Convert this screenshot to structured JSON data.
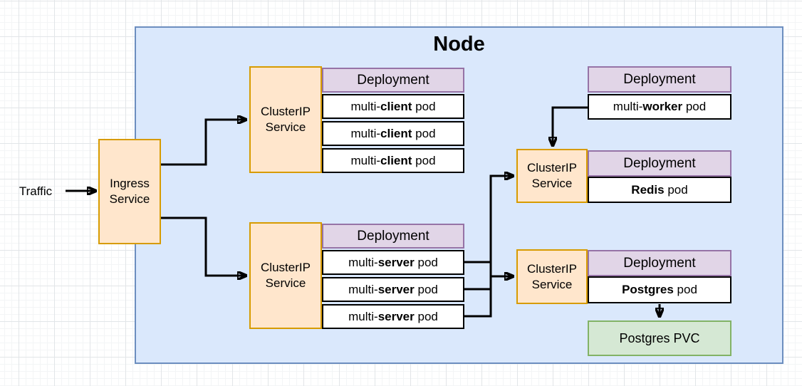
{
  "canvas": {
    "node_title": "Node",
    "traffic_label": "Traffic"
  },
  "labels": {
    "ingress_line1": "Ingress",
    "ingress_line2": "Service",
    "clusterip_line1": "ClusterIP",
    "clusterip_line2": "Service",
    "deployment": "Deployment",
    "pvc": "Postgres PVC"
  },
  "pods": {
    "client": {
      "pre": "multi-",
      "bold": "client",
      "post": " pod"
    },
    "server": {
      "pre": "multi-",
      "bold": "server",
      "post": " pod"
    },
    "worker": {
      "pre": "multi-",
      "bold": "worker",
      "post": " pod"
    },
    "redis": {
      "pre": "",
      "bold": "Redis",
      "post": " pod"
    },
    "postgres": {
      "pre": "",
      "bold": "Postgres",
      "post": " pod"
    }
  },
  "colors": {
    "node_fill": "#dae8fc",
    "node_stroke": "#6c8ebf",
    "service_fill": "#ffe6cc",
    "service_stroke": "#d79b00",
    "deployment_fill": "#e1d5e7",
    "deployment_stroke": "#9673a6",
    "pod_fill": "#ffffff",
    "pod_stroke": "#000000",
    "pvc_fill": "#d5e8d4",
    "pvc_stroke": "#82b366",
    "arrow": "#000000"
  }
}
